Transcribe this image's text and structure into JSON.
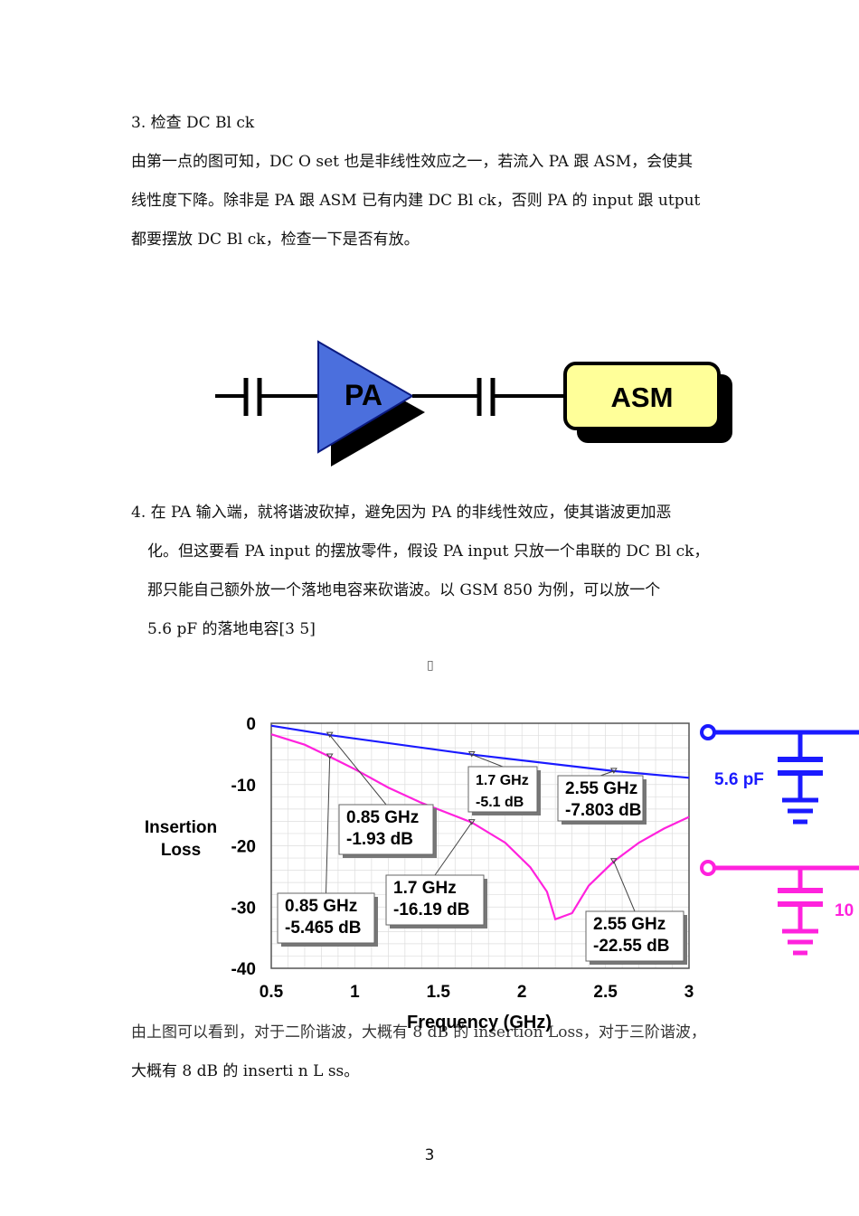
{
  "section3": {
    "heading": "3. 检查 DC Bl ck",
    "lines": [
      "由第一点的图可知，DC O set 也是非线性效应之一，若流入 PA 跟 ASM，会使其",
      "线性度下降。除非是 PA 跟 ASM 已有内建 DC Bl ck，否则 PA 的 input 跟 utput",
      "都要摆放 DC Bl ck，检查一下是否有放。"
    ]
  },
  "diagram": {
    "pa_label": "PA",
    "asm_label": "ASM"
  },
  "section4": {
    "lines": [
      "4. 在 PA 输入端，就将谐波砍掉，避免因为 PA 的非线性效应，使其谐波更加恶",
      "化。但这要看 PA input 的摆放零件，假设 PA input 只放一个串联的 DC Bl ck，",
      "那只能自己额外放一个落地电容来砍谐波。以 GSM 850 为例，可以放一个",
      "5.6 pF 的落地电容[3 5]"
    ],
    "glyph": "▯"
  },
  "chart_data": {
    "type": "line",
    "xlabel": "Frequency (GHz)",
    "ylabel": "Insertion Loss",
    "xlim": [
      0.5,
      3
    ],
    "ylim": [
      -40,
      0
    ],
    "xticks": [
      "0.5",
      "1",
      "1.5",
      "2",
      "2.5",
      "3"
    ],
    "yticks": [
      "0",
      "-10",
      "-20",
      "-30",
      "-40"
    ],
    "grid": true,
    "series": [
      {
        "color": "#1a1aff",
        "x": [
          0.5,
          0.85,
          1.7,
          2.55,
          3.0
        ],
        "y": [
          -0.4,
          -1.93,
          -5.1,
          -7.803,
          -8.9
        ]
      },
      {
        "color": "#ff22dd",
        "x": [
          0.5,
          0.7,
          0.85,
          1.0,
          1.2,
          1.4,
          1.7,
          1.9,
          2.05,
          2.15,
          2.2,
          2.3,
          2.4,
          2.55,
          2.7,
          2.85,
          3.0
        ],
        "y": [
          -1.8,
          -3.5,
          -5.465,
          -7.5,
          -10.5,
          -13.0,
          -16.19,
          -19.5,
          -23.5,
          -27.5,
          -32.0,
          -31.0,
          -26.5,
          -22.55,
          -19.5,
          -17.2,
          -15.3
        ]
      }
    ],
    "annotations": [
      {
        "text": [
          "1.7 GHz",
          "-5.1 dB"
        ],
        "x": 1.7,
        "y": -5.1
      },
      {
        "text": [
          "2.55 GHz",
          "-7.803 dB"
        ],
        "x": 2.55,
        "y": -7.803
      },
      {
        "text": [
          "0.85 GHz",
          "-1.93 dB"
        ],
        "x": 0.85,
        "y": -1.93
      },
      {
        "text": [
          "1.7 GHz",
          "-16.19 dB"
        ],
        "x": 1.7,
        "y": -16.19
      },
      {
        "text": [
          "0.85 GHz",
          "-5.465 dB"
        ],
        "x": 0.85,
        "y": -5.465
      },
      {
        "text": [
          "2.55 GHz",
          "-22.55 dB"
        ],
        "x": 2.55,
        "y": -22.55
      }
    ],
    "schematic_labels": [
      "5.6 pF",
      "10"
    ]
  },
  "after_chart": {
    "lines": [
      "由上图可以看到，对于二阶谐波，大概有 8 dB 的 insertion Loss，对于三阶谐波，",
      "大概有 8 dB 的 inserti n L ss。"
    ]
  },
  "page_number": "3"
}
